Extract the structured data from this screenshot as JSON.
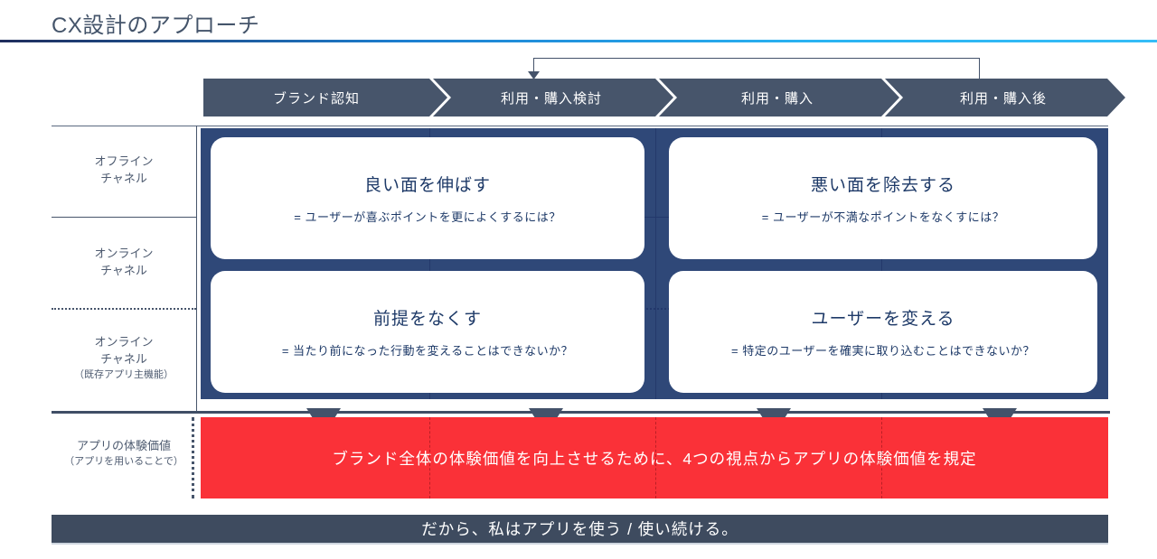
{
  "title": "CX設計のアプローチ",
  "journey": {
    "stages": [
      "ブランド認知",
      "利用・購入検討",
      "利用・購入",
      "利用・購入後"
    ]
  },
  "rows": [
    {
      "lines": [
        "オフライン",
        "チャネル"
      ]
    },
    {
      "lines": [
        "オンライン",
        "チャネル"
      ]
    },
    {
      "lines": [
        "オンライン",
        "チャネル",
        "（既存アプリ主機能）"
      ]
    }
  ],
  "quadrants": [
    {
      "title": "良い面を伸ばす",
      "subtitle": "= ユーザーが喜ぶポイントを更によくするには？"
    },
    {
      "title": "悪い面を除去する",
      "subtitle": "= ユーザーが不満なポイントをなくすには？"
    },
    {
      "title": "前提をなくす",
      "subtitle": "= 当たり前になった行動を変えることはできないか？"
    },
    {
      "title": "ユーザーを変える",
      "subtitle": "= 特定のユーザーを確実に取り込むことはできないか？"
    }
  ],
  "value_row": {
    "label_lines": [
      "アプリの体験価値",
      "（アプリを用いることで）"
    ],
    "banner": "ブランド全体の体験価値を向上させるために、4つの視点からアプリの体験価値を規定"
  },
  "conclusion": "だから、私はアプリを使う / 使い続ける。",
  "colors": {
    "slate": "#47556b",
    "navy": "#2f4878",
    "red": "#fa3138",
    "dark_red": "#c2202c",
    "bar": "#3e4b5f",
    "accent_line_start": "#1f2d5c",
    "accent_line_end": "#2ab3f2",
    "text_navy": "#1e3a68",
    "label_gray": "#4e5b70"
  }
}
